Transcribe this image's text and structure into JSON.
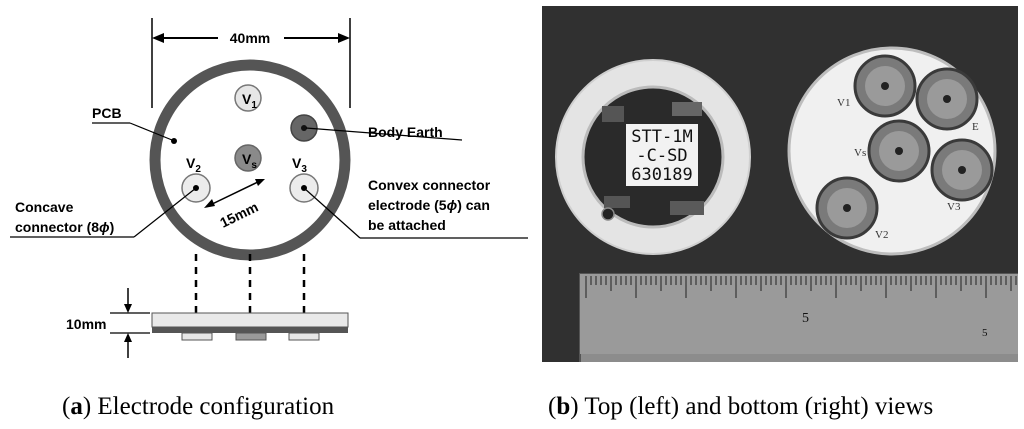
{
  "diagram": {
    "dimension_top": "40mm",
    "pcb_label": "PCB",
    "v1": "V",
    "v1_sub": "1",
    "vs": "V",
    "vs_sub": "s",
    "v2": "V",
    "v2_sub": "2",
    "v3": "V",
    "v3_sub": "3",
    "body_earth": "Body Earth",
    "spacing": "15mm",
    "concave_line1": "Concave",
    "concave_line2": "connector (8",
    "concave_phi": "ϕ",
    "concave_close": ")",
    "convex_line1": "Convex connector",
    "convex_line2a": "electrode (5",
    "convex_phi": "ϕ",
    "convex_line2b": ") can",
    "convex_line3": "be attached",
    "thickness": "10mm"
  },
  "photo": {
    "chip_line1": "STT-1M",
    "chip_line2": "-C-SD",
    "chip_line3": "630189",
    "ruler_number": "5",
    "ruler_number_small": "5",
    "label_v1": "V1",
    "label_e": "E",
    "label_vs": "Vs",
    "label_v3": "V3",
    "label_v2": "V2"
  },
  "captions": {
    "a_letter": "a",
    "a_text": " Electrode configuration",
    "b_letter": "b",
    "b_text": " Top (left) and bottom (right) views"
  }
}
